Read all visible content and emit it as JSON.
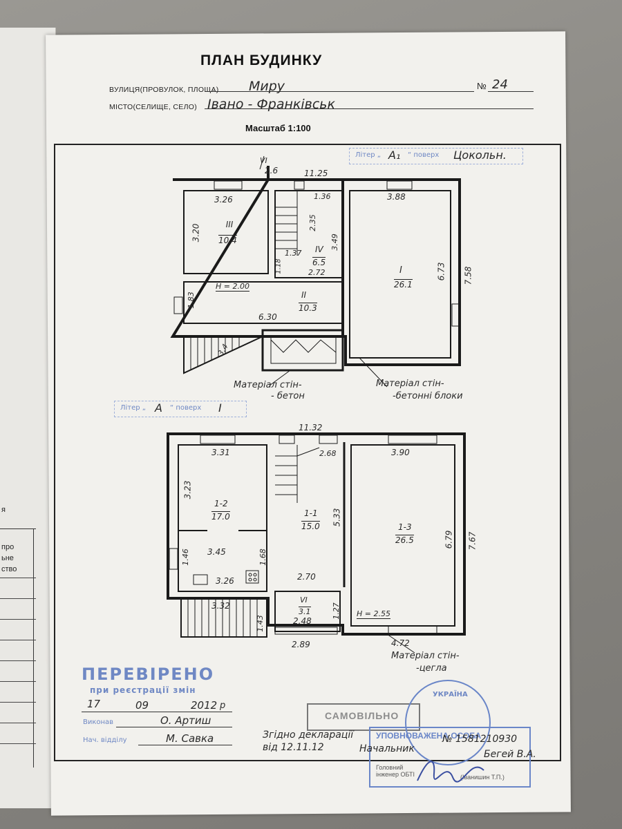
{
  "document": {
    "title": "ПЛАН БУДИНКУ",
    "street_label": "ВУЛИЦЯ(ПРОВУЛОК, ПЛОЩА)",
    "street_value": "Миру",
    "number_label": "№",
    "number_value": "24",
    "city_label": "МІСТО(СЕЛИЩЕ, СЕЛО)",
    "city_value": "Івано - Франківськ",
    "scale": "Масштаб 1:100"
  },
  "basement": {
    "stamp_prefix": "Літер „",
    "stamp_letter": "А₁",
    "stamp_middle": "“ поверх",
    "stamp_floor": "Цокольн.",
    "dims": {
      "overall_width": "11.25",
      "stair_top": "2.6",
      "room3_width": "3.26",
      "room3_height": "3.20",
      "stair_w": "1.36",
      "stair_h": "2.35",
      "room4_w": "1.37",
      "room4_h": "3.49",
      "room4_bottom": "2.72",
      "hall_side": "1.18",
      "room1_width": "3.88",
      "room1_height": "6.73",
      "overall_height": "7.58",
      "room2_height": "1.83",
      "room2_width": "6.30",
      "ceiling": "H = 2.00",
      "stair_low": "3.4"
    },
    "rooms": [
      {
        "num": "III",
        "area": "10.4"
      },
      {
        "num": "IV",
        "area": "6.5"
      },
      {
        "num": "I",
        "area": "26.1"
      },
      {
        "num": "II",
        "area": "10.3"
      },
      {
        "num": "VI",
        "area": ""
      }
    ],
    "material_left_1": "Матеріал стін-",
    "material_left_2": "- бетон",
    "material_right_1": "Матеріал стін-",
    "material_right_2": "-бетонні блоки"
  },
  "ground": {
    "stamp_prefix": "Літер „",
    "stamp_letter": "А",
    "stamp_middle": "“ поверх",
    "stamp_floor": "I",
    "dims": {
      "overall_width": "11.32",
      "room12_width": "3.31",
      "room12_height": "3.23",
      "stair_w": "2.68",
      "room13_width": "3.90",
      "room13_height": "6.79",
      "overall_height": "7.67",
      "hall_height": "5.33",
      "kitchen_w": "3.45",
      "kitchen_side_l": "1.46",
      "kitchen_side_r": "1.68",
      "kitchen_bottom": "3.26",
      "hall_bottom": "2.70",
      "stair_ext": "3.32",
      "small_h": "1.27",
      "small_w": "2.48",
      "porch_h": "1.43",
      "bottom_w": "2.89",
      "room13_bottom": "4.72",
      "ceiling": "H = 2.55"
    },
    "rooms": [
      {
        "num": "1-2",
        "area": "17.0"
      },
      {
        "num": "1-1",
        "area": "15.0"
      },
      {
        "num": "1-3",
        "area": "26.5"
      },
      {
        "num": "VI",
        "area": "3.1"
      }
    ],
    "material_1": "Матеріал стін-",
    "material_2": "-цегла"
  },
  "verification": {
    "title": "ПЕРЕВІРЕНО",
    "subtitle": "при реєстрації змін",
    "date_day": "17",
    "date_month": "09",
    "date_year": "2012",
    "date_suffix": "р",
    "role_1": "Виконав",
    "name_1": "О. Артиш",
    "role_2": "Нач. відділу",
    "name_2": "М. Савка"
  },
  "declaration": {
    "line1": "Згідно декларації",
    "line2": "від 12.11.12",
    "number": "№ 1581210930",
    "head": "Начальник",
    "head_name": "Бегей В.А.",
    "stamp_auth": "УПОВНОВАЖЕНА ОСОБА",
    "stamp_self": "САМОВІЛЬНО",
    "stamp_country": "УКРАЇНА",
    "engineer_title": "Головний інженер ОБТІ",
    "engineer_name": "(Іванишин Т.П.)"
  },
  "under_sheet": {
    "lines": [
      "я",
      "про",
      "ьне",
      "ство"
    ]
  }
}
